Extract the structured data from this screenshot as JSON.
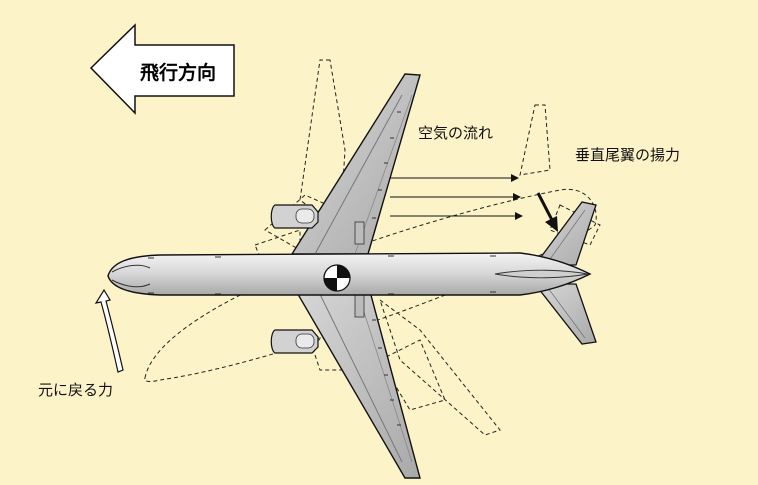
{
  "labels": {
    "flight_direction": "飛行方向",
    "airflow": "空気の流れ",
    "fin_lift": "垂直尾翼の揚力",
    "restoring_force": "元に戻る力"
  },
  "colors": {
    "background": "#fdf3c8",
    "fuselage": "#dcdcdc",
    "wing": "#c4c4c4",
    "outline": "#111111"
  }
}
